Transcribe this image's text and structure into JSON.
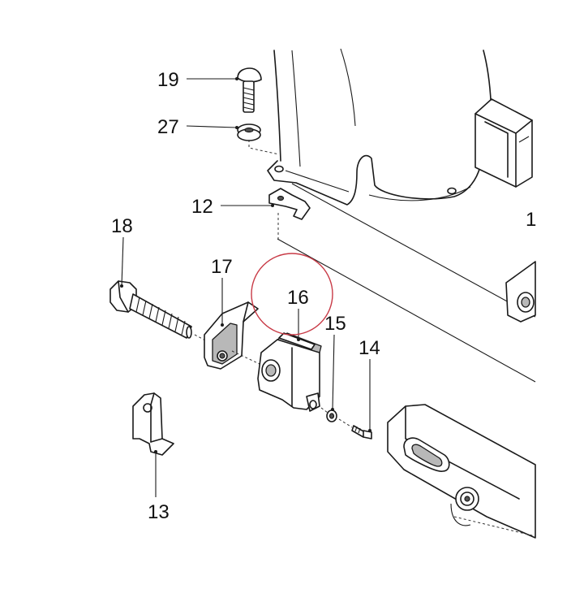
{
  "callouts": {
    "c19": "19",
    "c27": "27",
    "c12": "12",
    "c18": "18",
    "c17": "17",
    "c16": "16",
    "c15": "15",
    "c14": "14",
    "c13": "13",
    "c_cut": "1"
  },
  "highlight": {
    "color": "#c83a46",
    "target": "16"
  }
}
